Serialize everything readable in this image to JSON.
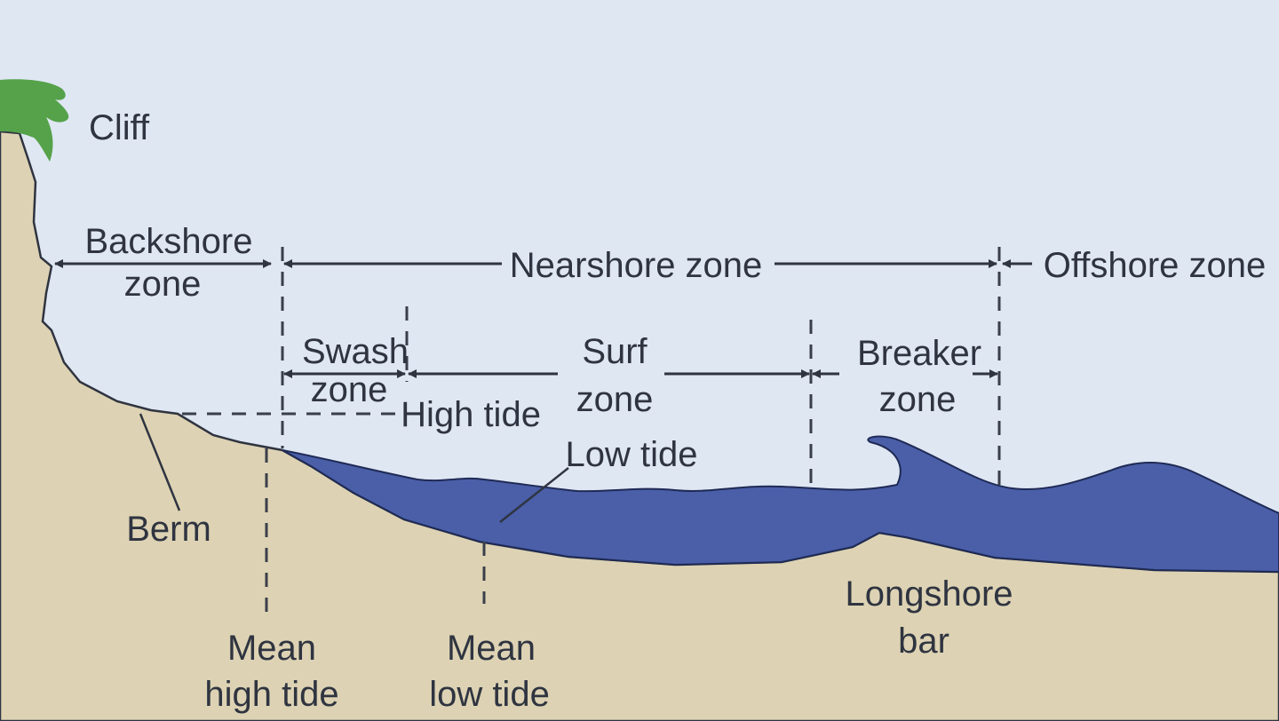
{
  "colors": {
    "sky": "#dfe7f3",
    "sand": "#ddd3b4",
    "water": "#4a5fa8",
    "vegetation": "#55a24a",
    "ink": "#2f3440"
  },
  "icons": {
    "vegetation": "palm-frond-icon"
  },
  "labels": {
    "cliff": "Cliff",
    "backshore_line1": "Backshore",
    "backshore_line2": "zone",
    "nearshore": "Nearshore zone",
    "offshore": "Offshore zone",
    "swash_line1": "Swash",
    "swash_line2": "zone",
    "surf_line1": "Surf",
    "surf_line2": "zone",
    "breaker_line1": "Breaker",
    "breaker_line2": "zone",
    "high_tide": "High tide",
    "low_tide": "Low tide",
    "berm": "Berm",
    "mean_high_line1": "Mean",
    "mean_high_line2": "high tide",
    "mean_low_line1": "Mean",
    "mean_low_line2": "low tide",
    "longshore_line1": "Longshore",
    "longshore_line2": "bar"
  }
}
